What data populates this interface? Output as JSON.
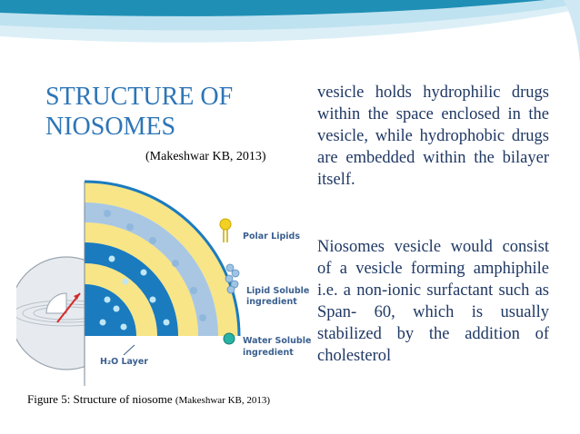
{
  "title": "STRUCTURE OF NIOSOMES",
  "citation": "(Makeshwar KB, 2013)",
  "figure": {
    "legend": {
      "polar_lipids": "Polar Lipids",
      "lipid_soluble_1": "Lipid Soluble",
      "lipid_soluble_2": "ingredient",
      "water_soluble_1": "Water Soluble",
      "water_soluble_2": "ingredient",
      "h2o_layer": "H₂O Layer"
    },
    "caption": "Figure 5: Structure of niosome",
    "caption_citation": "(Makeshwar KB, 2013)"
  },
  "body": {
    "paragraph_1": "vesicle holds hydrophilic drugs within the space enclosed in the vesicle, while hydrophobic drugs are embedded within the bilayer itself.",
    "paragraph_2": "Niosomes vesicle would consist of a vesicle forming amphiphile i.e. a non-ionic surfactant such as Span- 60, which is usually stabilized by the addition of cholesterol"
  },
  "colors": {
    "title": "#2e75b6",
    "body_text": "#1f3864",
    "banner_teal": "#1f8fb5",
    "banner_light": "#dceff7",
    "legend_text": "#3a5f8f",
    "polar_lipid_yellow": "#f2d024",
    "water_layer": "#1a7bbf"
  }
}
